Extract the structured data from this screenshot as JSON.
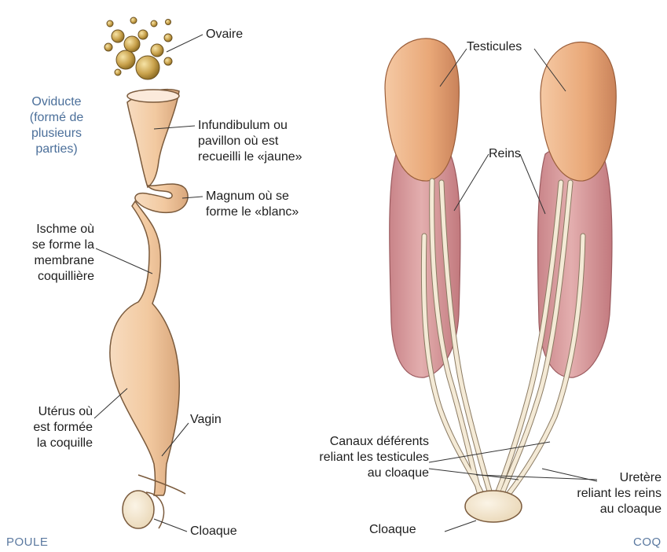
{
  "hen": {
    "caption": "POULE",
    "labels": {
      "ovaire": "Ovaire",
      "oviducte": "Oviducte\n(formé de\nplusieurs\nparties)",
      "infundibulum": "Infundibulum ou\npavillon où est\nrecueilli le «jaune»",
      "magnum": "Magnum où se\nforme le «blanc»",
      "isthme": "Ischme où\nse forme la\nmembrane\ncoquillière",
      "uterus": "Utérus où\nest formée\nla coquille",
      "vagin": "Vagin",
      "cloaque": "Cloaque"
    }
  },
  "rooster": {
    "caption": "COQ",
    "labels": {
      "testicules": "Testicules",
      "reins": "Reins",
      "canaux": "Canaux déférents\nreliant les testicules\nau cloaque",
      "uretere": "Uretère\nreliant les reins\nau cloaque",
      "cloaque": "Cloaque"
    }
  },
  "colors": {
    "oviduct_fill": "#f2c9a0",
    "oviduct_stroke": "#7a5a3c",
    "yolk": "#c9a24c",
    "testis": "#e9a878",
    "kidney": "#d99a9c",
    "duct": "#f4ead6",
    "label_text": "#1e1e1e",
    "caption_blue": "#5b79a0"
  }
}
